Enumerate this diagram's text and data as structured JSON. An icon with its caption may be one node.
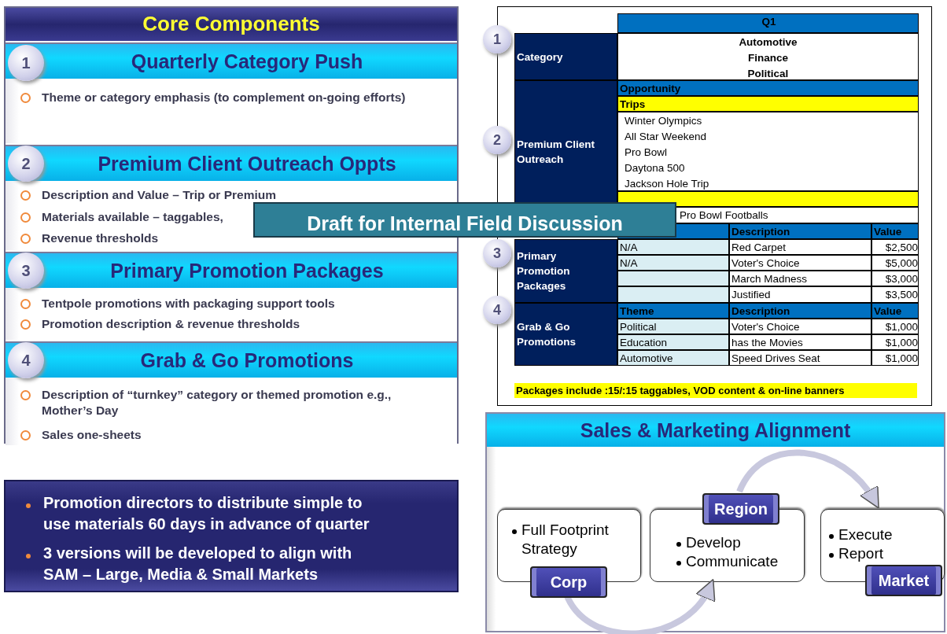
{
  "diagram": {
    "nodes": [
      {
        "text": [
          "Core Components"
        ]
      },
      {
        "text": [
          "Quarterly Category Push",
          "Theme or category emphasis (to complement on-going efforts)"
        ],
        "in": 0
      },
      {
        "text": [
          "1"
        ],
        "in": 1
      },
      {
        "text": [
          "Premium Client Outreach Oppts",
          "Description and Value – Trip or Premium",
          "Materials available – taggables,",
          "Revenue thresholds"
        ],
        "in": 0
      },
      {
        "text": [
          "2"
        ],
        "in": 3
      },
      {
        "text": [
          "Primary Promotion Packages",
          "Tentpole promotions with packaging support tools",
          "Promotion description & revenue thresholds"
        ],
        "in": 0
      },
      {
        "text": [
          "3"
        ],
        "in": 5
      },
      {
        "text": [
          "Grab & Go Promotions",
          "Description of “turnkey” category or themed promotion e.g., Mother’s Day",
          "Sales one-sheets"
        ],
        "in": 0
      },
      {
        "text": [
          "4"
        ],
        "in": 7
      },
      {
        "text": [
          "Promotion directors to distribute simple to use materials 60 days in advance of quarter",
          "3 versions will be developed to align with SAM – Large, Media & Small Markets"
        ]
      },
      {
        "text": [
          "1"
        ]
      },
      {
        "text": [
          "2"
        ]
      },
      {
        "text": [
          "3"
        ]
      },
      {
        "text": [
          "4"
        ]
      },
      {
        "text": [
          "Draft for Internal Field Discussion"
        ]
      },
      {
        "text": [
          "Sales & Marketing Alignment"
        ]
      },
      {
        "text": [
          "Full Footprint Strategy"
        ],
        "in": 15
      },
      {
        "text": [
          "Corp"
        ],
        "in": 15
      },
      {
        "text": [
          "Develop",
          "Communicate"
        ],
        "in": 15
      },
      {
        "text": [
          "Region"
        ],
        "in": 15
      },
      {
        "text": [
          "Execute",
          "Report"
        ],
        "in": 15
      },
      {
        "text": [
          "Market"
        ],
        "in": 15
      }
    ],
    "edges": [
      {
        "from": 17,
        "to": 18,
        "arrow": "to"
      },
      {
        "from": 19,
        "to": 20,
        "arrow": "to"
      }
    ],
    "labels": [
      "Q1",
      "Category",
      "Automotive",
      "Finance",
      "Political",
      "Premium Client Outreach",
      "Opportunity",
      "Trips",
      "Winter Olympics",
      "All Star Weekend",
      "Pro Bowl",
      "Daytona 500",
      "Jackson Hole Trip",
      "Pro Bowl Footballs",
      "Description",
      "Value",
      "Primary Promotion Packages",
      "N/A",
      "Red Carpet",
      "$2,500",
      "N/A",
      "Voter's Choice",
      "$5,000",
      "March Madness",
      "$3,000",
      "Justified",
      "$3,500",
      "Grab & Go Promotions",
      "Theme",
      "Description",
      "Value",
      "Political",
      "Voter's Choice",
      "$1,000",
      "Education",
      "has the Movies",
      "$1,000",
      "Automotive",
      "Speed Drives Seat",
      "$1,000",
      "Packages include :15/:15 taggables, VOD content & on-line banners"
    ]
  }
}
